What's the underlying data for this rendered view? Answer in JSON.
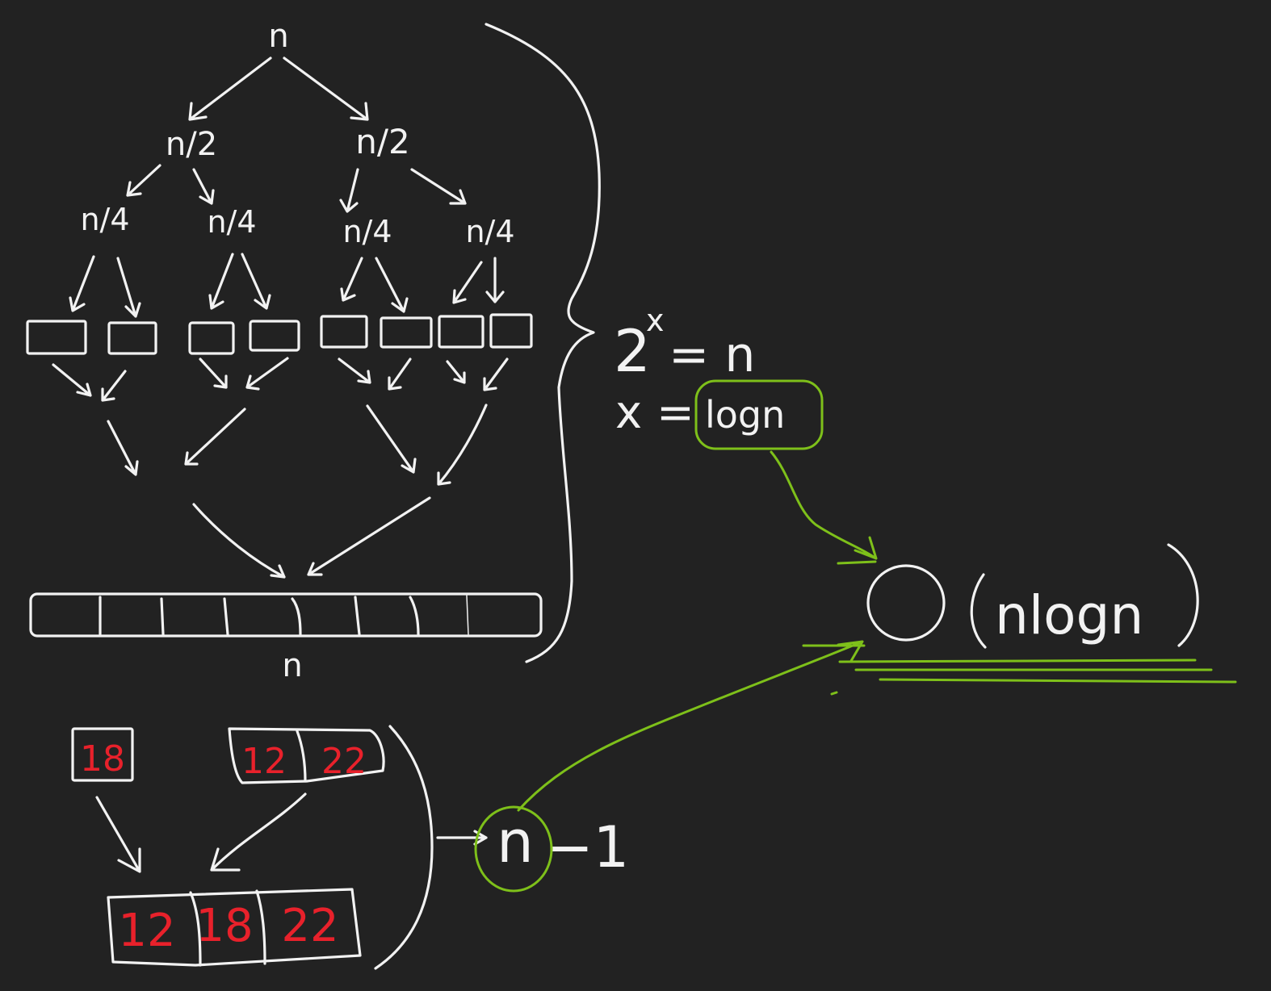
{
  "tree": {
    "root": "n",
    "level1": [
      "n/2",
      "n/2"
    ],
    "level2": [
      "n/4",
      "n/4",
      "n/4",
      "n/4"
    ],
    "merged_array_label": "n"
  },
  "merge_example": {
    "left": [
      "18"
    ],
    "right": [
      "12",
      "22"
    ],
    "result": [
      "12",
      "18",
      "22"
    ]
  },
  "equations": {
    "base": "2",
    "exponent": "x",
    "rhs": "= n",
    "x_lhs": "x =",
    "log": "logn"
  },
  "comparisons": {
    "n": "n",
    "minus_one": "−1"
  },
  "complexity": {
    "o": "O",
    "paren": "(nlogn)"
  },
  "colors": {
    "ink": "#f2f2f2",
    "highlight": "#7ec01a",
    "numbers": "#e8212b",
    "background": "#222222"
  }
}
